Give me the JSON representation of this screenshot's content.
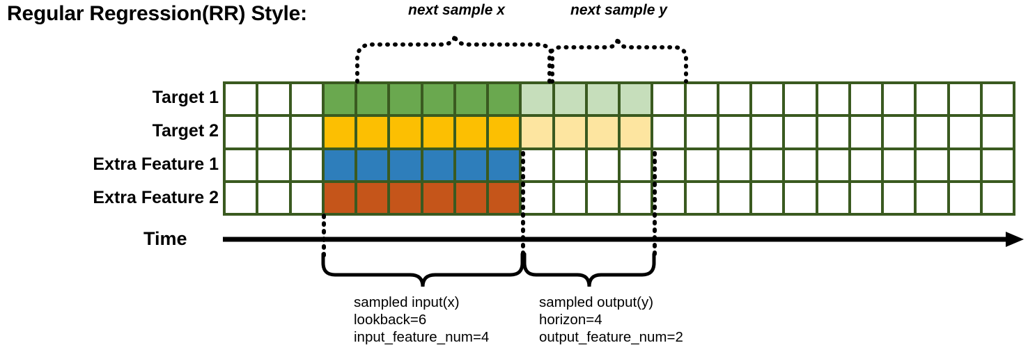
{
  "title": "Regular Regression(RR) Style:",
  "rows": [
    {
      "name": "target-1",
      "label": "Target 1"
    },
    {
      "name": "target-2",
      "label": "Target 2"
    },
    {
      "name": "extra-feature-1",
      "label": "Extra Feature 1"
    },
    {
      "name": "extra-feature-2",
      "label": "Extra Feature 2"
    }
  ],
  "axis": {
    "label": "Time"
  },
  "annotations": {
    "next_sample_x": "next sample x",
    "next_sample_y": "next sample y"
  },
  "captions": {
    "input": {
      "line1": "sampled input(x)",
      "line2": "lookback=6",
      "line3": "input_feature_num=4"
    },
    "output": {
      "line1": "sampled output(y)",
      "line2": "horizon=4",
      "line3": "output_feature_num=2"
    }
  },
  "colors": {
    "grid_line": "#3a5a20",
    "target1_input": "#6aa84f",
    "target1_output": "#c6debb",
    "target2_input": "#fcbf02",
    "target2_output": "#fde5a0",
    "extra_feature1": "#2e7ebb",
    "extra_feature2": "#c5551a",
    "empty_cell": "#ffffff",
    "annotation": "#000000"
  },
  "chart_data": {
    "type": "heatmap",
    "title": "Regular Regression(RR) Style:",
    "xlabel": "Time",
    "ylabel": "",
    "total_columns": 24,
    "total_rows": 4,
    "lookback": 6,
    "horizon": 4,
    "input_feature_num": 4,
    "output_feature_num": 2,
    "input_window_columns": [
      4,
      5,
      6,
      7,
      8,
      9
    ],
    "output_window_columns": [
      10,
      11,
      12,
      13
    ],
    "row_names": [
      "Target 1",
      "Target 2",
      "Extra Feature 1",
      "Extra Feature 2"
    ],
    "cells": [
      [
        "empty",
        "empty",
        "empty",
        "green",
        "green",
        "green",
        "green",
        "green",
        "green",
        "green-light",
        "green-light",
        "green-light",
        "green-light",
        "empty",
        "empty",
        "empty",
        "empty",
        "empty",
        "empty",
        "empty",
        "empty",
        "empty",
        "empty",
        "empty"
      ],
      [
        "empty",
        "empty",
        "empty",
        "yellow",
        "yellow",
        "yellow",
        "yellow",
        "yellow",
        "yellow",
        "yellow-light",
        "yellow-light",
        "yellow-light",
        "yellow-light",
        "empty",
        "empty",
        "empty",
        "empty",
        "empty",
        "empty",
        "empty",
        "empty",
        "empty",
        "empty",
        "empty"
      ],
      [
        "empty",
        "empty",
        "empty",
        "blue",
        "blue",
        "blue",
        "blue",
        "blue",
        "blue",
        "empty",
        "empty",
        "empty",
        "empty",
        "empty",
        "empty",
        "empty",
        "empty",
        "empty",
        "empty",
        "empty",
        "empty",
        "empty",
        "empty",
        "empty"
      ],
      [
        "empty",
        "empty",
        "empty",
        "orange",
        "orange",
        "orange",
        "orange",
        "orange",
        "orange",
        "empty",
        "empty",
        "empty",
        "empty",
        "empty",
        "empty",
        "empty",
        "empty",
        "empty",
        "empty",
        "empty",
        "empty",
        "empty",
        "empty",
        "empty"
      ]
    ]
  }
}
